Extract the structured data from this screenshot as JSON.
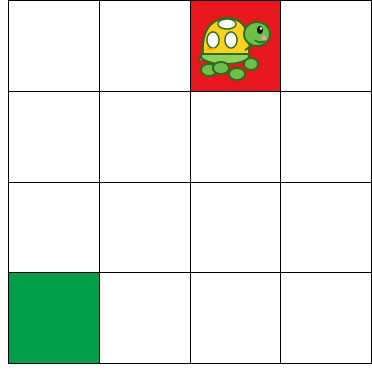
{
  "board": {
    "rows": 4,
    "cols": 4,
    "start": {
      "row": 0,
      "col": 2
    },
    "goal": {
      "row": 3,
      "col": 0
    }
  },
  "colors": {
    "start": "#e8171d",
    "goal": "#009e49",
    "empty": "#ffffff",
    "grid": "#000000"
  },
  "player": {
    "icon": "turtle-icon",
    "row": 0,
    "col": 2
  }
}
